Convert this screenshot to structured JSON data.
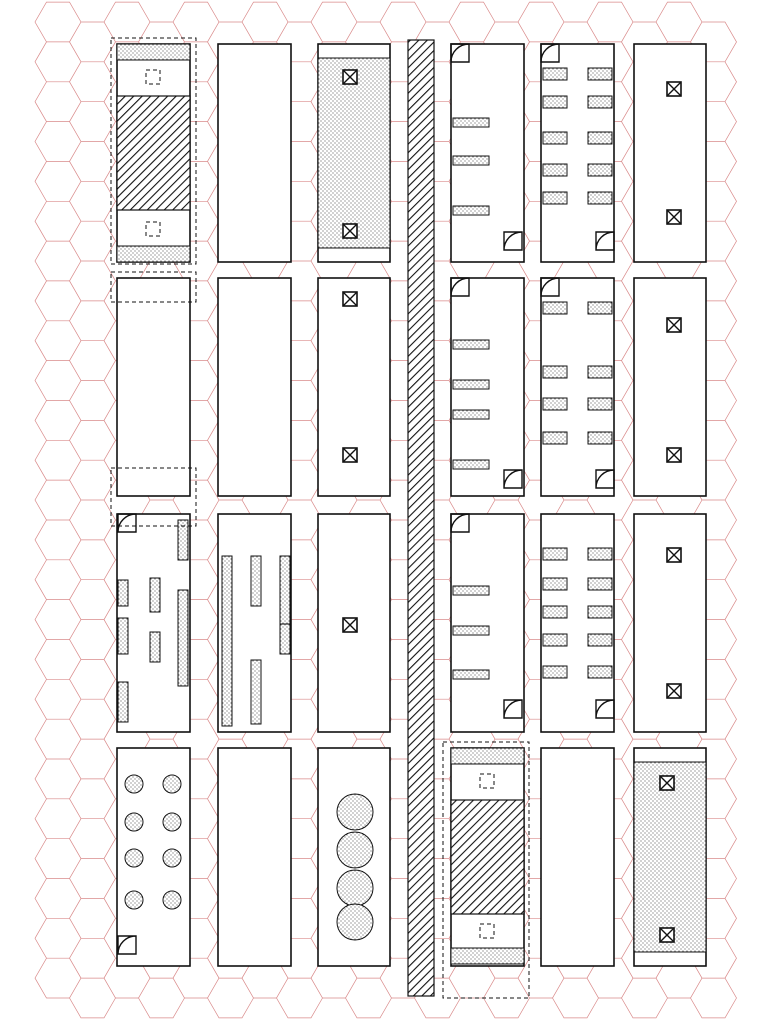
{
  "title": "",
  "colors": {
    "hex_grid": "#d98a8a",
    "walls": "#111111",
    "background": "#ffffff"
  },
  "legend": {
    "icons": [
      "cargo-hatch-icon",
      "stair-well-icon",
      "airlock-icon",
      "bunk-icon"
    ]
  },
  "map": {
    "columns": [
      "deck-a-outer",
      "deck-a-mid",
      "deck-a-inner",
      "spine",
      "deck-b-corridor",
      "deck-b-cabins",
      "deck-b-outer"
    ],
    "rows": 4
  }
}
